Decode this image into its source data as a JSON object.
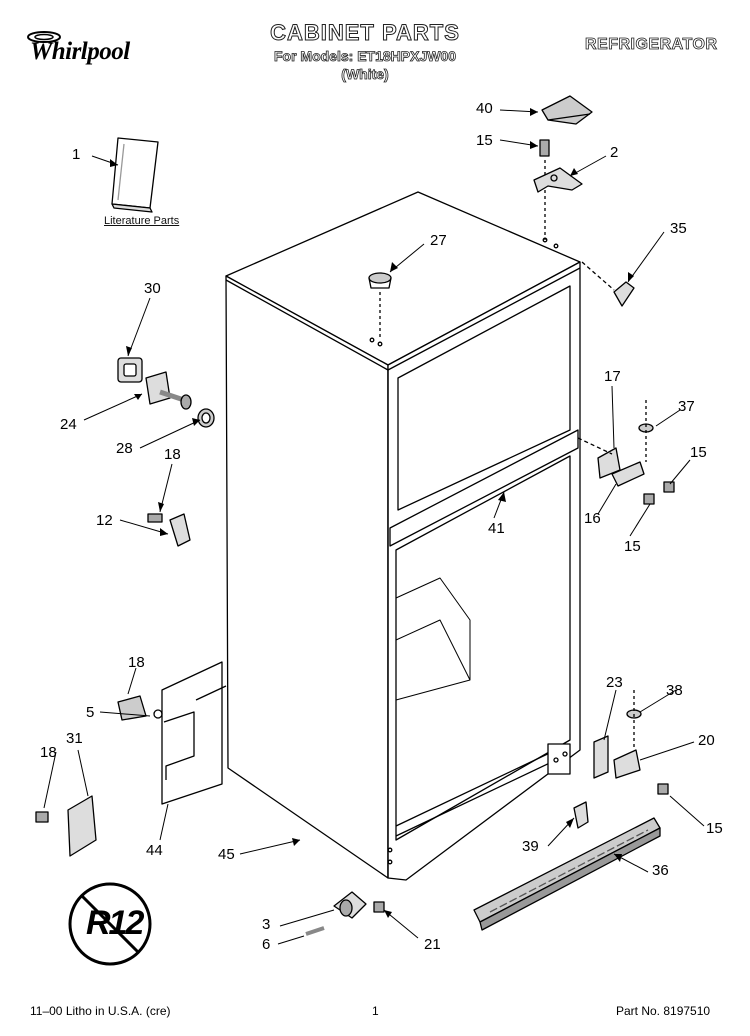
{
  "header": {
    "brand": "Whirlpool",
    "title": "CABINET PARTS",
    "models_line": "For Models: ET18HPXJW00",
    "color_line": "(White)",
    "category": "REFRIGERATOR"
  },
  "literature_label": "Literature Parts",
  "callouts": {
    "c1": "1",
    "c2": "2",
    "c3": "3",
    "c5": "5",
    "c6": "6",
    "c12": "12",
    "c15a": "15",
    "c15b": "15",
    "c15c": "15",
    "c15d": "15",
    "c16": "16",
    "c17": "17",
    "c18a": "18",
    "c18b": "18",
    "c18c": "18",
    "c20": "20",
    "c21": "21",
    "c23": "23",
    "c24": "24",
    "c27": "27",
    "c28": "28",
    "c30": "30",
    "c31": "31",
    "c35": "35",
    "c36": "36",
    "c37": "37",
    "c38": "38",
    "c39": "39",
    "c40": "40",
    "c41": "41",
    "c44": "44",
    "c45": "45"
  },
  "badge": "R12",
  "footer": {
    "left": "11–00 Litho in U.S.A. (cre)",
    "page": "1",
    "part_no": "Part No. 8197510"
  }
}
